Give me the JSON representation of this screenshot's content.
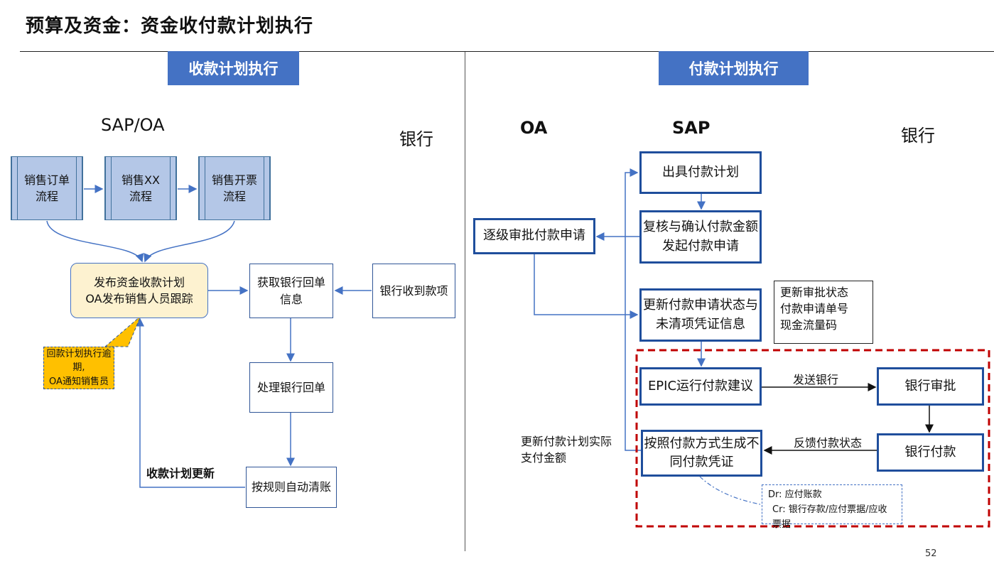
{
  "page": {
    "title": "预算及资金：资金收付款计划执行",
    "page_number": "52"
  },
  "left": {
    "banner": "收款计划执行",
    "lane_sapoa": "SAP/OA",
    "lane_bank": "银行",
    "process_boxes": [
      {
        "line1": "销售订单",
        "line2": "流程"
      },
      {
        "line1": "销售XX",
        "line2": "流程"
      },
      {
        "line1": "销售开票",
        "line2": "流程"
      }
    ],
    "publish_box": {
      "line1": "发布资金收款计划",
      "line2": "OA发布销售人员跟踪"
    },
    "callout": {
      "line1": "回款计划执行逾期,",
      "line2": "OA通知销售员"
    },
    "get_receipt": {
      "line1": "获取银行回单",
      "line2": "信息"
    },
    "bank_received": "银行收到款项",
    "process_receipt": "处理银行回单",
    "auto_clear": "按规则自动清账",
    "update_label": "收款计划更新"
  },
  "right": {
    "banner": "付款计划执行",
    "lane_oa": "OA",
    "lane_sap": "SAP",
    "lane_bank": "银行",
    "issue_plan": "出具付款计划",
    "review": {
      "line1": "复核与确认付款金额",
      "line2": "发起付款申请"
    },
    "approval": "逐级审批付款申请",
    "update_status": {
      "line1": "更新付款申请状态与",
      "line2": "未清项凭证信息"
    },
    "note": {
      "line1": "更新审批状态",
      "line2": "付款申请单号",
      "line3": "现金流量码"
    },
    "epic": "EPIC运行付款建议",
    "send_bank_label": "发送银行",
    "bank_approval": "银行审批",
    "generate_voucher": {
      "line1": "按照付款方式生成不",
      "line2": "同付款凭证"
    },
    "feedback_label": "反馈付款状态",
    "bank_payment": "银行付款",
    "update_plan_label": {
      "line1": "更新付款计划实际",
      "line2": "支付金额"
    },
    "journal": {
      "dr": "Dr:  应付账款",
      "cr": "Cr:  银行存款/应付票据/应收票据"
    }
  },
  "colors": {
    "banner": "#4472c4",
    "process_fill": "#b4c7e7",
    "publish_fill": "#fdf2d0",
    "callout_fill": "#ffc000",
    "dashed_frame": "#c00000"
  }
}
